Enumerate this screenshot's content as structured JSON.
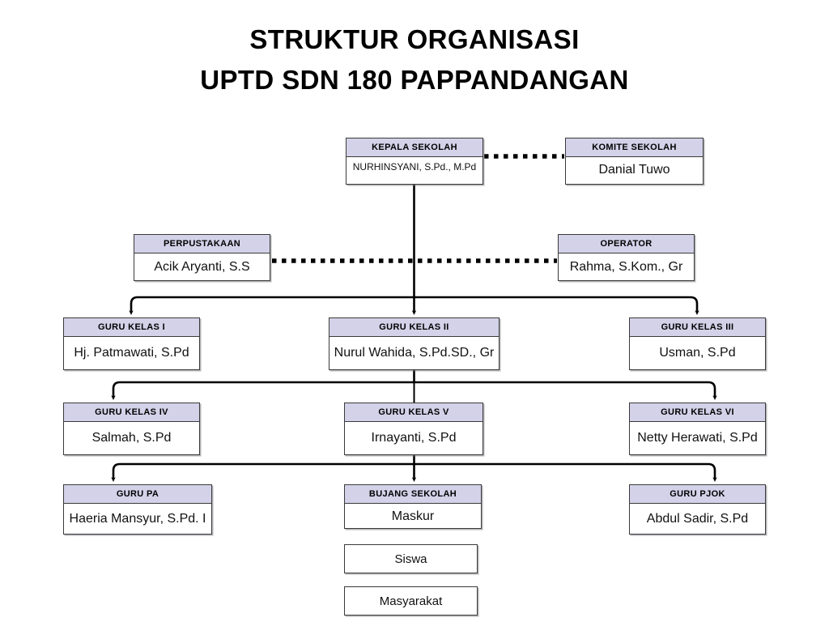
{
  "title": {
    "line1": "STRUKTUR ORGANISASI",
    "line2": "UPTD SDN 180 PAPPANDANGAN"
  },
  "colors": {
    "header_fill": "#d3d2e9",
    "border": "#3a3a3a",
    "background": "#ffffff",
    "connector": "#000000"
  },
  "chart_data": {
    "type": "diagram",
    "diagram_kind": "organizational-chart",
    "title": "STRUKTUR ORGANISASI UPTD SDN 180 PAPPANDANGAN",
    "nodes": [
      {
        "id": "kepala_sekolah",
        "role": "KEPALA SEKOLAH",
        "name": "NURHINSYANI, S.Pd., M.Pd"
      },
      {
        "id": "komite_sekolah",
        "role": "KOMITE SEKOLAH",
        "name": "Danial Tuwo"
      },
      {
        "id": "perpustakaan",
        "role": "PERPUSTAKAAN",
        "name": "Acik Aryanti, S.S"
      },
      {
        "id": "operator",
        "role": "OPERATOR",
        "name": "Rahma, S.Kom., Gr"
      },
      {
        "id": "guru_kelas_1",
        "role": "GURU KELAS I",
        "name": "Hj. Patmawati, S.Pd"
      },
      {
        "id": "guru_kelas_2",
        "role": "GURU KELAS II",
        "name": "Nurul Wahida, S.Pd.SD., Gr"
      },
      {
        "id": "guru_kelas_3",
        "role": "GURU KELAS III",
        "name": "Usman, S.Pd"
      },
      {
        "id": "guru_kelas_4",
        "role": "GURU KELAS IV",
        "name": "Salmah, S.Pd"
      },
      {
        "id": "guru_kelas_5",
        "role": "GURU KELAS V",
        "name": "Irnayanti, S.Pd"
      },
      {
        "id": "guru_kelas_6",
        "role": "GURU KELAS VI",
        "name": "Netty Herawati, S.Pd"
      },
      {
        "id": "guru_pa",
        "role": "GURU PA",
        "name": "Haeria Mansyur, S.Pd. I"
      },
      {
        "id": "bujang_sekolah",
        "role": "BUJANG SEKOLAH",
        "name": "Maskur"
      },
      {
        "id": "guru_pjok",
        "role": "GURU PJOK",
        "name": "Abdul Sadir, S.Pd"
      },
      {
        "id": "siswa",
        "role": "",
        "name": "Siswa"
      },
      {
        "id": "masyarakat",
        "role": "",
        "name": "Masyarakat"
      }
    ],
    "edges": [
      {
        "from": "kepala_sekolah",
        "to": "komite_sekolah",
        "style": "dotted"
      },
      {
        "from": "perpustakaan",
        "to": "operator",
        "style": "dotted"
      },
      {
        "from": "kepala_sekolah",
        "to": "guru_kelas_1",
        "style": "solid-arrow"
      },
      {
        "from": "kepala_sekolah",
        "to": "guru_kelas_2",
        "style": "solid-arrow"
      },
      {
        "from": "kepala_sekolah",
        "to": "guru_kelas_3",
        "style": "solid-arrow"
      },
      {
        "from": "guru_kelas_2",
        "to": "guru_kelas_4",
        "style": "solid-arrow"
      },
      {
        "from": "guru_kelas_2",
        "to": "guru_kelas_5",
        "style": "solid"
      },
      {
        "from": "guru_kelas_2",
        "to": "guru_kelas_6",
        "style": "solid-arrow"
      },
      {
        "from": "guru_kelas_5",
        "to": "guru_pa",
        "style": "solid-arrow"
      },
      {
        "from": "guru_kelas_5",
        "to": "bujang_sekolah",
        "style": "solid-arrow"
      },
      {
        "from": "guru_kelas_5",
        "to": "guru_pjok",
        "style": "solid-arrow"
      }
    ]
  }
}
